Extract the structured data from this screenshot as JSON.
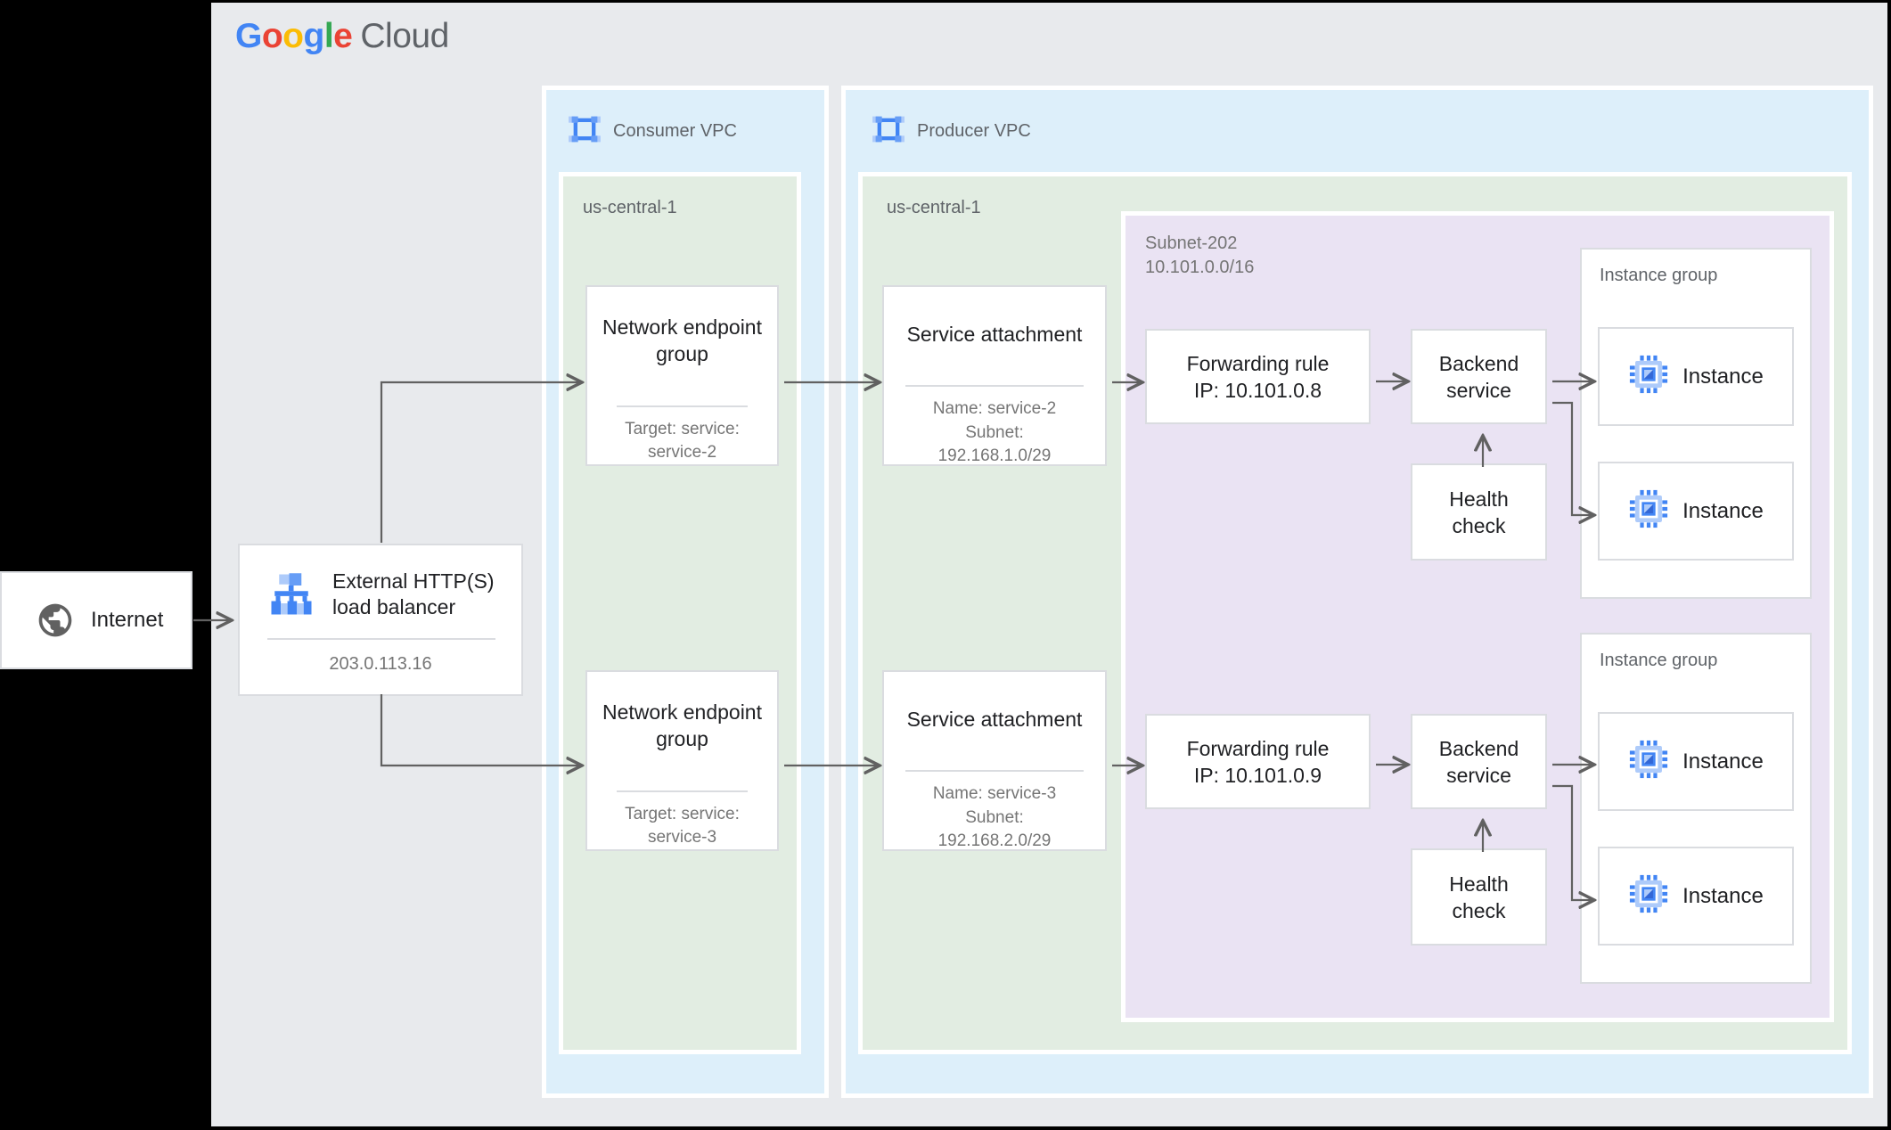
{
  "colors": {
    "canvas_bg": "#e8eaed",
    "vpc_bg": "#ddeffa",
    "region_bg": "#e2ede2",
    "subnet_bg": "#eae3f3",
    "card_bg": "#ffffff",
    "card_border": "#dadce0",
    "arrow": "#616161",
    "icon_blue": "#4285f4",
    "icon_blue_medium": "#669df6",
    "icon_blue_light": "#aecbfa",
    "text_primary": "#202124",
    "text_secondary": "#757575",
    "label_gray": "#5f6368"
  },
  "brand": {
    "letters": [
      {
        "ch": "G",
        "color": "#4285F4"
      },
      {
        "ch": "o",
        "color": "#EA4335"
      },
      {
        "ch": "o",
        "color": "#FBBC05"
      },
      {
        "ch": "g",
        "color": "#4285F4"
      },
      {
        "ch": "l",
        "color": "#34A853"
      },
      {
        "ch": "e",
        "color": "#EA4335"
      }
    ],
    "suffix": "Cloud",
    "suffix_color": "#5f6368"
  },
  "internet": {
    "label": "Internet"
  },
  "load_balancer": {
    "title_line1": "External HTTP(S)",
    "title_line2": "load balancer",
    "ip": "203.0.113.16"
  },
  "consumer_vpc": {
    "label": "Consumer VPC",
    "region_label": "us-central-1",
    "negs": [
      {
        "title": "Network endpoint group",
        "target_line1": "Target: service:",
        "target_line2": "service-2"
      },
      {
        "title": "Network endpoint group",
        "target_line1": "Target: service:",
        "target_line2": "service-3"
      }
    ]
  },
  "producer_vpc": {
    "label": "Producer VPC",
    "region_label": "us-central-1",
    "service_attachments": [
      {
        "title": "Service attachment",
        "name": "Name: service-2",
        "subnet_label": "Subnet:",
        "subnet_cidr": "192.168.1.0/29"
      },
      {
        "title": "Service attachment",
        "name": "Name: service-3",
        "subnet_label": "Subnet:",
        "subnet_cidr": "192.168.2.0/29"
      }
    ],
    "subnet": {
      "name": "Subnet-202",
      "cidr": "10.101.0.0/16",
      "rows": [
        {
          "forwarding_rule_title": "Forwarding rule",
          "forwarding_rule_ip": "IP: 10.101.0.8",
          "backend_service": "Backend service",
          "health_check": "Health check"
        },
        {
          "forwarding_rule_title": "Forwarding rule",
          "forwarding_rule_ip": "IP: 10.101.0.9",
          "backend_service": "Backend service",
          "health_check": "Health check"
        }
      ]
    },
    "instance_groups": [
      {
        "label": "Instance group",
        "instances": [
          "Instance",
          "Instance"
        ]
      },
      {
        "label": "Instance group",
        "instances": [
          "Instance",
          "Instance"
        ]
      }
    ]
  }
}
